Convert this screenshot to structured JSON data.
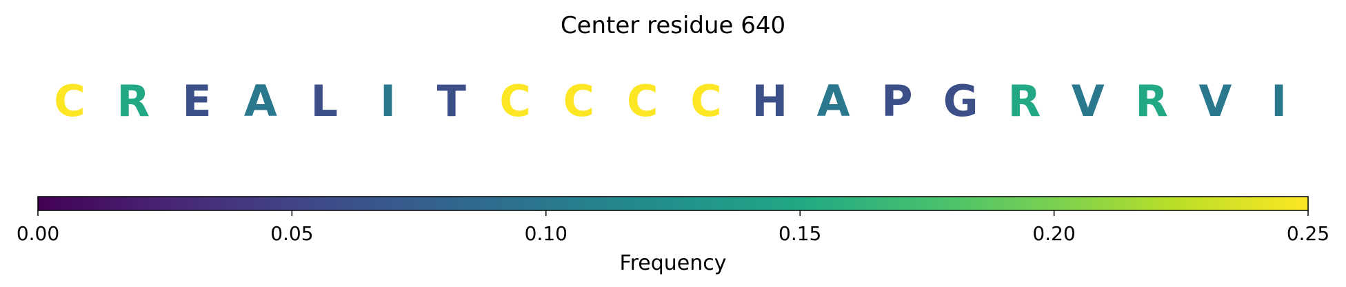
{
  "chart_data": {
    "type": "table",
    "title": "Center residue 640",
    "residues": [
      {
        "letter": "C",
        "value": 0.25
      },
      {
        "letter": "R",
        "value": 0.15
      },
      {
        "letter": "E",
        "value": 0.06
      },
      {
        "letter": "A",
        "value": 0.1
      },
      {
        "letter": "L",
        "value": 0.06
      },
      {
        "letter": "I",
        "value": 0.1
      },
      {
        "letter": "T",
        "value": 0.06
      },
      {
        "letter": "C",
        "value": 0.25
      },
      {
        "letter": "C",
        "value": 0.25
      },
      {
        "letter": "C",
        "value": 0.25
      },
      {
        "letter": "C",
        "value": 0.25
      },
      {
        "letter": "H",
        "value": 0.06
      },
      {
        "letter": "A",
        "value": 0.1
      },
      {
        "letter": "P",
        "value": 0.06
      },
      {
        "letter": "G",
        "value": 0.06
      },
      {
        "letter": "R",
        "value": 0.15
      },
      {
        "letter": "V",
        "value": 0.1
      },
      {
        "letter": "R",
        "value": 0.15
      },
      {
        "letter": "V",
        "value": 0.1
      },
      {
        "letter": "I",
        "value": 0.1
      }
    ],
    "colorbar": {
      "label": "Frequency",
      "range": [
        0,
        0.25
      ],
      "ticks": [
        {
          "value": 0,
          "label": "0.00"
        },
        {
          "value": 0.05,
          "label": "0.05"
        },
        {
          "value": 0.1,
          "label": "0.10"
        },
        {
          "value": 0.15,
          "label": "0.15"
        },
        {
          "value": 0.2,
          "label": "0.20"
        },
        {
          "value": 0.25,
          "label": "0.25"
        }
      ],
      "colormap": "viridis"
    }
  }
}
